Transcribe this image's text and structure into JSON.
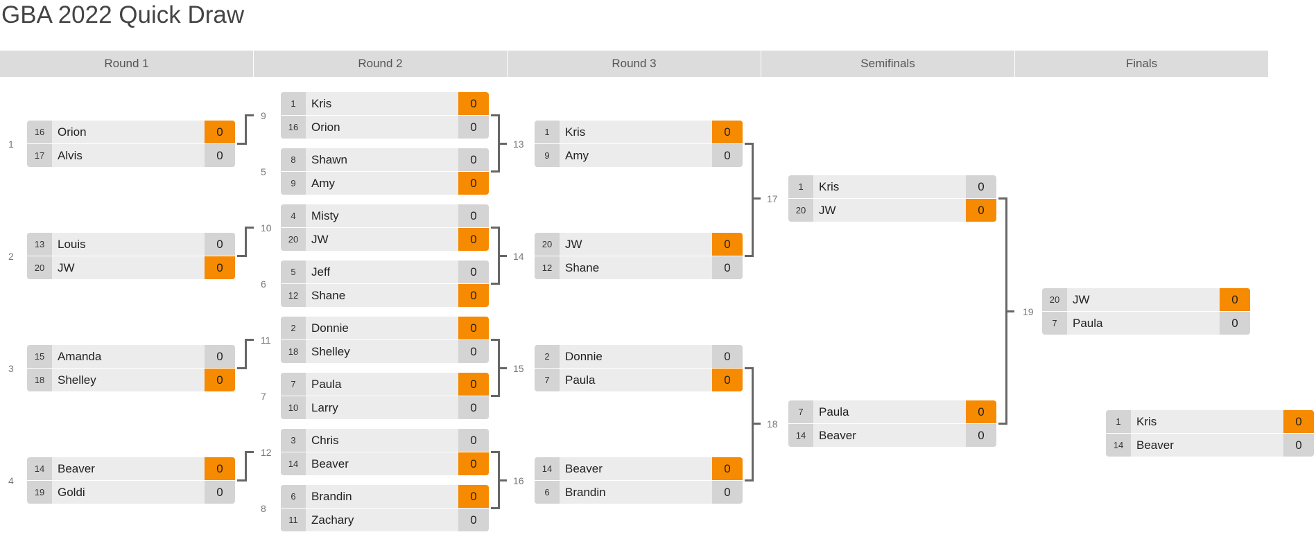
{
  "title": "GBA 2022 Quick Draw",
  "colors": {
    "winner": "#f68a00",
    "header": "#dcdcdc"
  },
  "rounds": [
    "Round 1",
    "Round 2",
    "Round 3",
    "Semifinals",
    "Finals"
  ],
  "matches": {
    "r1": [
      {
        "label": "1",
        "players": [
          {
            "seed": "16",
            "name": "Orion",
            "score": "0",
            "win": true
          },
          {
            "seed": "17",
            "name": "Alvis",
            "score": "0",
            "win": false
          }
        ]
      },
      {
        "label": "2",
        "players": [
          {
            "seed": "13",
            "name": "Louis",
            "score": "0",
            "win": false
          },
          {
            "seed": "20",
            "name": "JW",
            "score": "0",
            "win": true
          }
        ]
      },
      {
        "label": "3",
        "players": [
          {
            "seed": "15",
            "name": "Amanda",
            "score": "0",
            "win": false
          },
          {
            "seed": "18",
            "name": "Shelley",
            "score": "0",
            "win": true
          }
        ]
      },
      {
        "label": "4",
        "players": [
          {
            "seed": "14",
            "name": "Beaver",
            "score": "0",
            "win": true
          },
          {
            "seed": "19",
            "name": "Goldi",
            "score": "0",
            "win": false
          }
        ]
      }
    ],
    "r2": [
      {
        "label": "9",
        "players": [
          {
            "seed": "1",
            "name": "Kris",
            "score": "0",
            "win": true
          },
          {
            "seed": "16",
            "name": "Orion",
            "score": "0",
            "win": false
          }
        ]
      },
      {
        "label": "5",
        "players": [
          {
            "seed": "8",
            "name": "Shawn",
            "score": "0",
            "win": false
          },
          {
            "seed": "9",
            "name": "Amy",
            "score": "0",
            "win": true
          }
        ]
      },
      {
        "label": "10",
        "players": [
          {
            "seed": "4",
            "name": "Misty",
            "score": "0",
            "win": false
          },
          {
            "seed": "20",
            "name": "JW",
            "score": "0",
            "win": true
          }
        ]
      },
      {
        "label": "6",
        "players": [
          {
            "seed": "5",
            "name": "Jeff",
            "score": "0",
            "win": false
          },
          {
            "seed": "12",
            "name": "Shane",
            "score": "0",
            "win": true
          }
        ]
      },
      {
        "label": "11",
        "players": [
          {
            "seed": "2",
            "name": "Donnie",
            "score": "0",
            "win": true
          },
          {
            "seed": "18",
            "name": "Shelley",
            "score": "0",
            "win": false
          }
        ]
      },
      {
        "label": "7",
        "players": [
          {
            "seed": "7",
            "name": "Paula",
            "score": "0",
            "win": true
          },
          {
            "seed": "10",
            "name": "Larry",
            "score": "0",
            "win": false
          }
        ]
      },
      {
        "label": "12",
        "players": [
          {
            "seed": "3",
            "name": "Chris",
            "score": "0",
            "win": false
          },
          {
            "seed": "14",
            "name": "Beaver",
            "score": "0",
            "win": true
          }
        ]
      },
      {
        "label": "8",
        "players": [
          {
            "seed": "6",
            "name": "Brandin",
            "score": "0",
            "win": true
          },
          {
            "seed": "11",
            "name": "Zachary",
            "score": "0",
            "win": false
          }
        ]
      }
    ],
    "r3": [
      {
        "label": "13",
        "players": [
          {
            "seed": "1",
            "name": "Kris",
            "score": "0",
            "win": true
          },
          {
            "seed": "9",
            "name": "Amy",
            "score": "0",
            "win": false
          }
        ]
      },
      {
        "label": "14",
        "players": [
          {
            "seed": "20",
            "name": "JW",
            "score": "0",
            "win": true
          },
          {
            "seed": "12",
            "name": "Shane",
            "score": "0",
            "win": false
          }
        ]
      },
      {
        "label": "15",
        "players": [
          {
            "seed": "2",
            "name": "Donnie",
            "score": "0",
            "win": false
          },
          {
            "seed": "7",
            "name": "Paula",
            "score": "0",
            "win": true
          }
        ]
      },
      {
        "label": "16",
        "players": [
          {
            "seed": "14",
            "name": "Beaver",
            "score": "0",
            "win": true
          },
          {
            "seed": "6",
            "name": "Brandin",
            "score": "0",
            "win": false
          }
        ]
      }
    ],
    "sf": [
      {
        "label": "17",
        "players": [
          {
            "seed": "1",
            "name": "Kris",
            "score": "0",
            "win": false
          },
          {
            "seed": "20",
            "name": "JW",
            "score": "0",
            "win": true
          }
        ]
      },
      {
        "label": "18",
        "players": [
          {
            "seed": "7",
            "name": "Paula",
            "score": "0",
            "win": true
          },
          {
            "seed": "14",
            "name": "Beaver",
            "score": "0",
            "win": false
          }
        ]
      }
    ],
    "f": [
      {
        "label": "19",
        "players": [
          {
            "seed": "20",
            "name": "JW",
            "score": "0",
            "win": true
          },
          {
            "seed": "7",
            "name": "Paula",
            "score": "0",
            "win": false
          }
        ]
      }
    ],
    "third": [
      {
        "label": "",
        "players": [
          {
            "seed": "1",
            "name": "Kris",
            "score": "0",
            "win": true
          },
          {
            "seed": "14",
            "name": "Beaver",
            "score": "0",
            "win": false
          }
        ]
      }
    ]
  }
}
